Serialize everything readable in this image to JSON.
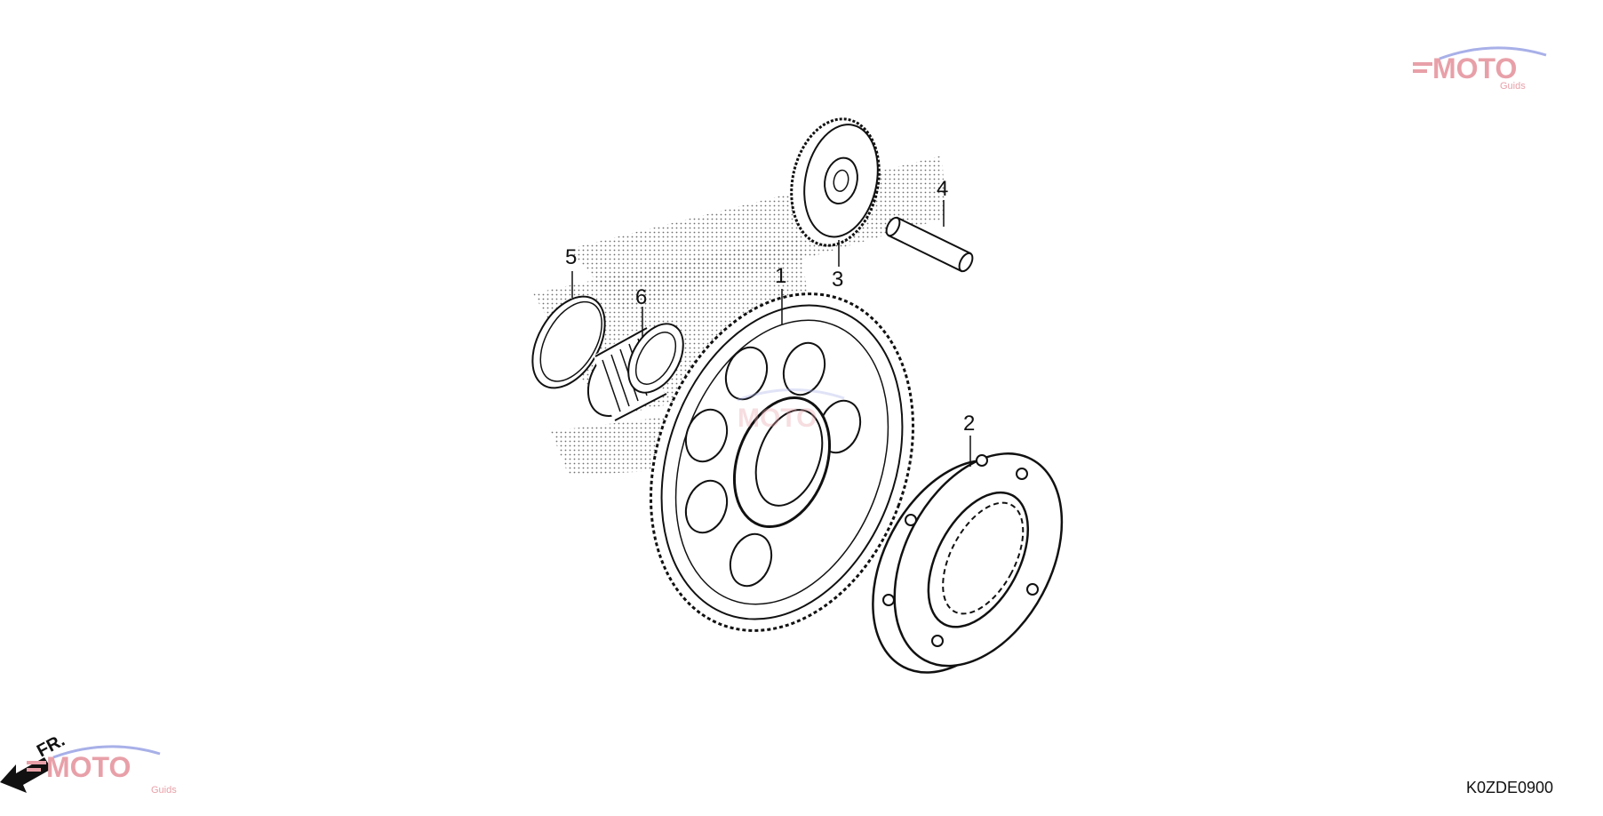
{
  "diagram": {
    "callouts": [
      {
        "id": "callout-1",
        "label": "1"
      },
      {
        "id": "callout-2",
        "label": "2"
      },
      {
        "id": "callout-3",
        "label": "3"
      },
      {
        "id": "callout-4",
        "label": "4"
      },
      {
        "id": "callout-5",
        "label": "5"
      },
      {
        "id": "callout-6",
        "label": "6"
      }
    ],
    "front_arrow_label": "FR.",
    "drawing_code": "K0ZDE0900"
  },
  "watermark": {
    "brand": "MOTO",
    "tagline": "Guids",
    "colors": {
      "primary": "#e8a0a8",
      "secondary": "#a8b0e8"
    }
  }
}
